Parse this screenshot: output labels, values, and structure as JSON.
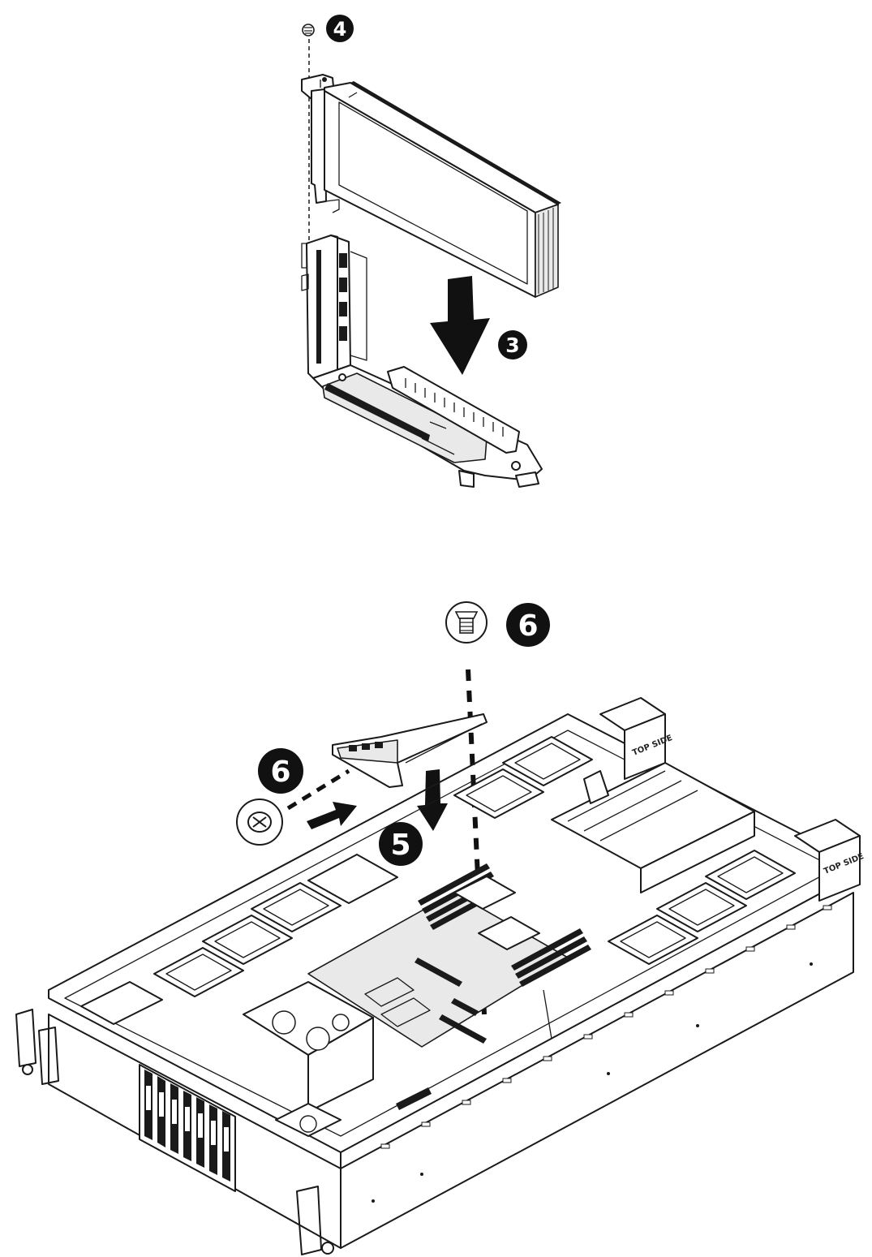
{
  "callouts": {
    "step3": "3",
    "step4": "4",
    "step5": "5",
    "step6_top": "6",
    "step6_left": "6"
  },
  "stamps": {
    "top_side_1": "TOP SIDE",
    "top_side_2": "TOP SIDE"
  },
  "colors": {
    "ink": "#1a1a1a",
    "callout_fill": "#111111",
    "background": "#ffffff"
  },
  "icons": {
    "screw_small": "screw-icon",
    "screw_large_top": "screw-icon",
    "screw_large_left": "screw-icon",
    "arrow_down_large": "arrow-down-icon",
    "arrow_down_small": "arrow-down-icon",
    "arrow_right": "arrow-right-icon"
  }
}
